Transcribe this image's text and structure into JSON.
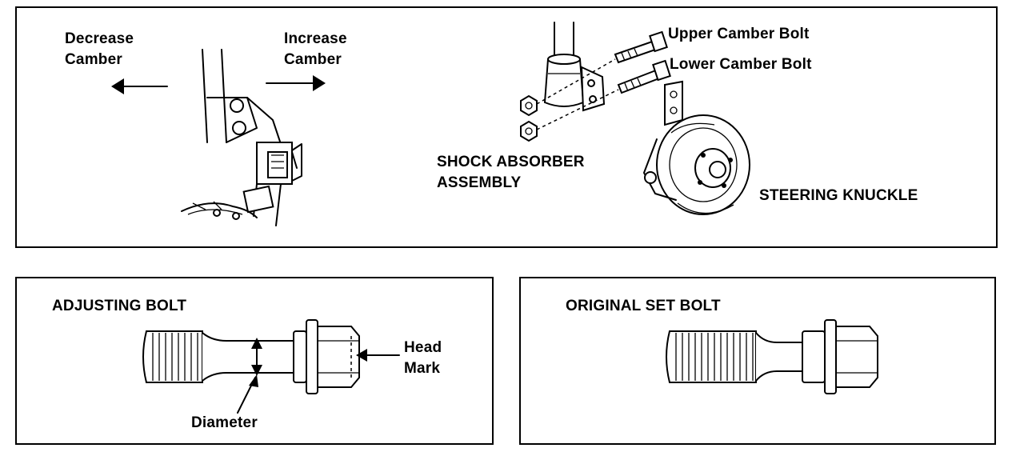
{
  "top_panel": {
    "decrease_camber": "Decrease\nCamber",
    "increase_camber": "Increase\nCamber",
    "upper_camber_bolt": "Upper Camber Bolt",
    "lower_camber_bolt": "Lower Camber Bolt",
    "shock_absorber_assembly": "SHOCK ABSORBER\nASSEMBLY",
    "steering_knuckle": "STEERING KNUCKLE"
  },
  "adjusting_panel": {
    "title": "ADJUSTING BOLT",
    "head_mark": "Head\nMark",
    "diameter": "Diameter"
  },
  "original_panel": {
    "title": "ORIGINAL SET BOLT"
  }
}
